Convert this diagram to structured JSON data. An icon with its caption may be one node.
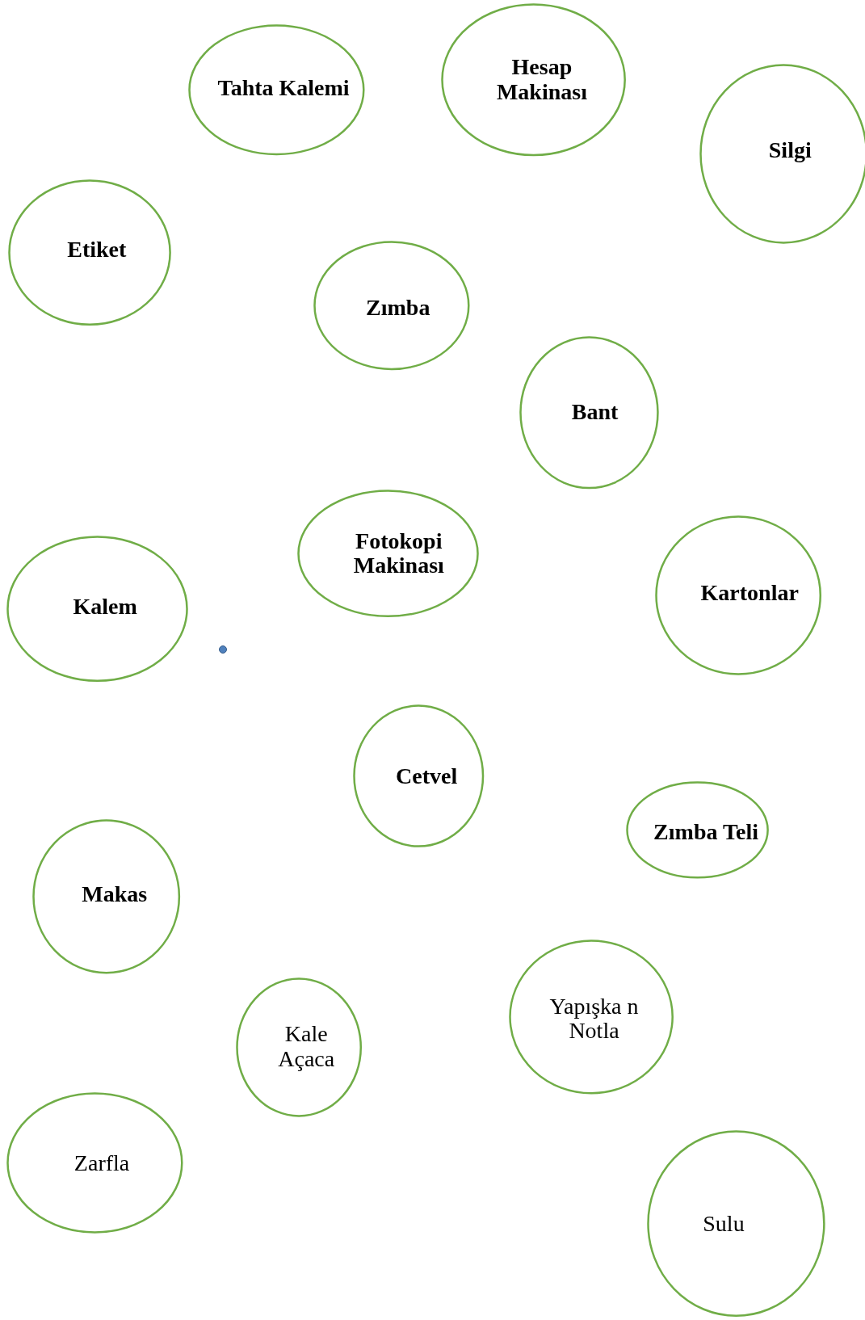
{
  "diagram": {
    "nodes": [
      {
        "text": [
          "Tahta Kalemi"
        ]
      },
      {
        "text": [
          "Hesap Makinası"
        ]
      },
      {
        "text": [
          "Silgi"
        ]
      },
      {
        "text": [
          "Etiket"
        ]
      },
      {
        "text": [
          "Zımba"
        ]
      },
      {
        "text": [
          "Bant"
        ]
      },
      {
        "text": [
          "Fotokopi Makinası"
        ]
      },
      {
        "text": [
          "Kalem"
        ]
      },
      {
        "text": [
          "Kartonlar"
        ]
      },
      {
        "text": [
          "Cetvel"
        ]
      },
      {
        "text": [
          "Zımba Teli"
        ]
      },
      {
        "text": [
          "Makas"
        ]
      },
      {
        "text": [
          "Kale Açaca"
        ]
      },
      {
        "text": [
          "Yapışka n Notla"
        ]
      },
      {
        "text": [
          "Zarfla"
        ]
      },
      {
        "text": [
          "Sulu"
        ]
      }
    ],
    "edges": []
  }
}
